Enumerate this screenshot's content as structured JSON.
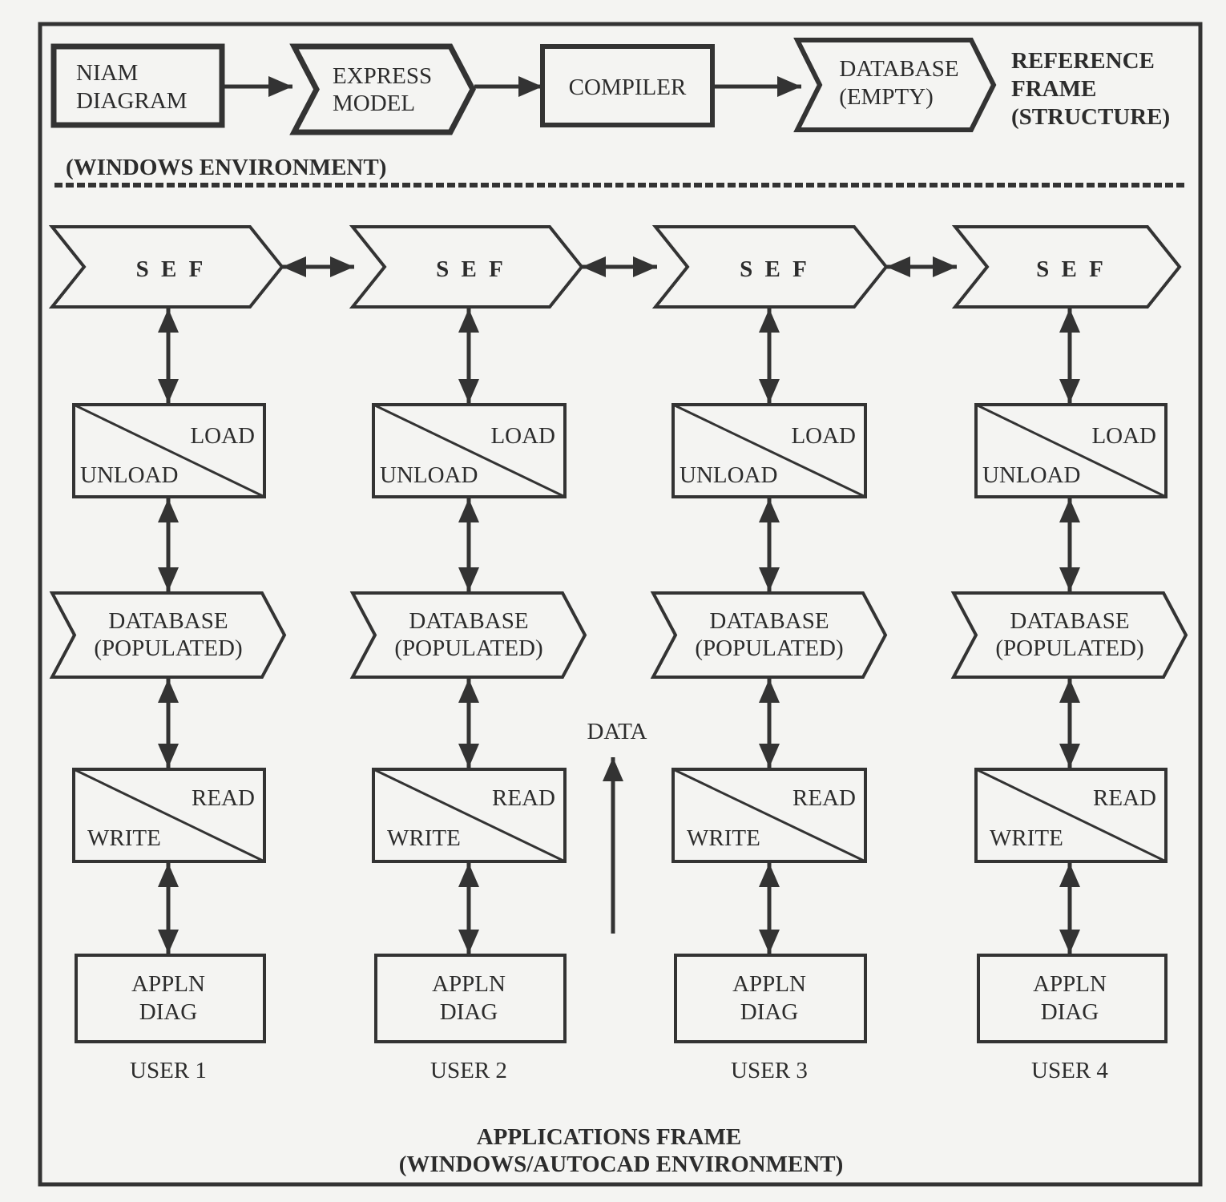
{
  "colors": {
    "ink": "#333333",
    "paper": "#f4f4f2"
  },
  "top_row": {
    "niam": [
      "NIAM",
      "DIAGRAM"
    ],
    "express": [
      "EXPRESS",
      "MODEL"
    ],
    "compiler": [
      "COMPILER"
    ],
    "database_empty": [
      "DATABASE",
      "(EMPTY)"
    ],
    "reference_frame": [
      "REFERENCE",
      "FRAME",
      "(STRUCTURE)"
    ]
  },
  "windows_environment": "(WINDOWS ENVIRONMENT)",
  "sef_label": "S E F",
  "load": "LOAD",
  "unload": "UNLOAD",
  "database_populated": [
    "DATABASE",
    "(POPULATED)"
  ],
  "read": "READ",
  "write": "WRITE",
  "appln": [
    "APPLN",
    "DIAG"
  ],
  "users": [
    "USER 1",
    "USER 2",
    "USER 3",
    "USER 4"
  ],
  "data_label": "DATA",
  "applications_frame": [
    "APPLICATIONS FRAME",
    "(WINDOWS/AUTOCAD ENVIRONMENT)"
  ]
}
